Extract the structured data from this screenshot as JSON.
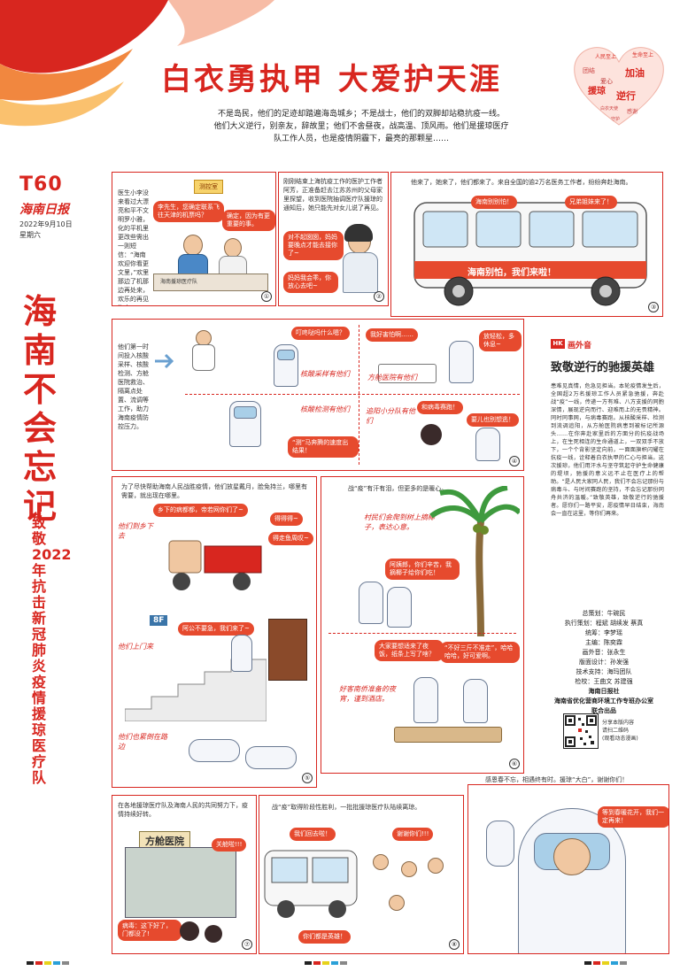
{
  "header": {
    "headline": "白衣勇执甲  大爱护天涯",
    "intro_lines": [
      "不是岛民，他们的足迹却踏遍海岛城乡；不是战士，他们的双脚却站稳抗疫一线。",
      "他们大义逆行，别亲友，辞故里；他们不舍昼夜，战高温、顶风雨。他们是援琼医疗",
      "队工作人员，也是疫情阴霾下，最亮的那颗星……"
    ],
    "heart_words": [
      "人民至上",
      "生命至上",
      "团结",
      "爱心",
      "逆行",
      "加油",
      "援琼",
      "白衣天使",
      "感谢",
      "守护"
    ]
  },
  "masthead": {
    "logo": "T60",
    "paper_name": "海南日报",
    "date": "2022年9月10日",
    "weekday": "星期六"
  },
  "side_title": {
    "main": "海南不会忘记",
    "sub": "致敬2022年抗击新冠肺炎疫情援琼医疗队"
  },
  "panels": {
    "p1": {
      "caption": "医生小李没来看过大漂亮和平不文明罗小雅，化的平机里更改些需出一则短信：“海南欢迎你看更文里，”欢里那边了机那边再处来，欢乐的再见海南。",
      "sign": "测控室",
      "bubble1": "李先生，您确定联系飞往天津的机票吗？",
      "bubble2": "确定，因为有更重要的事。",
      "desk_sign": "海南援琼医疗队",
      "num": "①"
    },
    "p2": {
      "caption": "刚刚结束上海抗疫工作的医护工作者阿芳，正准备赶去江苏苏州的父母家里探望，收到医院抽调医疗队援琼的通知后，她只能先对女儿说了再见。",
      "bubble1": "对不起囡囡，妈妈要晚点才能去接你了~",
      "bubble2": "妈妈我会乖，你放心去吧~",
      "num": "②"
    },
    "p3": {
      "caption": "他来了，她来了，他们都来了。来自全国的逾2万名医务工作者，纷纷奔赴海南。",
      "bubble1": "海南别别怕！",
      "bubble2": "兄弟姐妹来了！",
      "banner": "海南别怕，我们来啦！",
      "num": "③"
    },
    "p4": {
      "caption": "他们第一时间投入核酸采样、核酸检测、方舱医院救治、隔离点处置、流调等工作，助力海南疫情防控压力。",
      "bubble1": "叮咚哒吗什么嗯？",
      "bubble2": "我好害怕啊……",
      "bubble3": "放轻松，多休息~",
      "bubble4": "“测”马奔腾的速度出结果！",
      "bubble5": "和病毒赛跑！",
      "bubble6": "要儿也别想逃！",
      "labels": [
        "核酸采样有他们",
        "方舱医院有他们",
        "核酸检测有他们",
        "追阳小分队有他们"
      ],
      "num": "④"
    },
    "p5": {
      "caption": "为了尽快帮助海南人民战胜疫情，他们放星戴月，脸免持兰，哪里有需要，就出现在哪里。",
      "bubble1": "乡下的病都都，帝若网你们了~",
      "bubble2": "得得得~",
      "bubble3": "得走鱼周叹~",
      "bubble4": "阿公不要急，我们来了~",
      "floor": "8F",
      "labels": [
        "他们到乡下去",
        "他们上门来",
        "他们也累倒在路边"
      ],
      "num": "⑤"
    },
    "p6": {
      "caption": "战“疫”有汗有泪，但更多的是暖心。",
      "bubble1": "阿姨郎，你们辛苦，我摘椰子给你们吃！",
      "bubble2": "大家要想适来了夜饭，纸条上写了啥？",
      "bubble3": "“不好三斤不准走”，哈哈哈哈，好可爱啊。",
      "labels": [
        "村民们会爬到树上摘椰子，表达心意。",
        "好客南侨准备的夜宵，谨到酒店。"
      ],
      "num": "⑥"
    },
    "p7": {
      "caption": "在各地援琼医疗队及海南人民的共同努力下，疫情持续好转。",
      "hospital": "方舱医院",
      "bubble1": "关舱啦!!!",
      "bubble2": "病毒：这下好了，门都没了!",
      "num": "⑦"
    },
    "p8": {
      "caption": "战“疫”取得阶段性胜利，一批批援琼医疗队陆续离琼。",
      "bubble1": "我们回去啦！",
      "bubble2": "谢谢你们!!!",
      "bubble3": "你们都是英雄！",
      "num": "⑧"
    },
    "p9": {
      "caption": "感恩春不忘，相遇终有时。援琼“大白”，谢谢你们！",
      "bubble1": "等到春暖花开，我们一定再来！"
    }
  },
  "sidebar": {
    "tag": "HK",
    "tag_text": "画外音",
    "title": "致敬逆行的驰援英雄",
    "body": "患难见真情，危急见担当。本轮疫情发生后，全国超2万名援琼工作人员紧急驰援，奔赴战“疫”一线，传递一方有难、八方支援的同胞深情，展现逆向而行、迎难而上的无畏精神。同时同事网，与病毒赛跑。从核酸采样、检测到流调追阳，从方舱医院病患到被标记所源头……在你奔赴家里后的方面分的抗疫战场上，在生死相连的生命通道上，一双双手不放下，一个个背影坚定向前，一面面旗帜闪耀在抗疫一线，诠释着白衣执甲的仁心与担当。这次援琼，他们用汗水与坚守筑起守护生命健康的堤坝，驰援的意义远不止在医疗上的帮助。“是人民大家同人民，我们不会忘记那份与病毒斗、与时间赛跑的坚持，不会忘记那份同舟共济的温暖。”致敬英雄，致敬逆行的驰援者。愿你们一路平安，愿疫情早日结束，海南会一直在这里，等你们再来。"
  },
  "credits": {
    "lines": [
      "总策划：牛碗民",
      "执行策划：程斌  胡续发  蔡真",
      "统筹：李梦瑶",
      "主编：陈奕霖",
      "画外音：张永生",
      "版面设计：孙发强",
      "技术支持：海玛团队",
      "检校：王曲文  苏建强",
      "海南日报社",
      "海南省优化营商环境工作专班办公室",
      "联合出品"
    ],
    "qr_note": [
      "分享本版内容",
      "请扫二维码",
      "(观看动态漫画)"
    ]
  },
  "colors": {
    "accent": "#d8261f",
    "bubble": "#e64a2e",
    "panel_border": "#d8261f"
  }
}
